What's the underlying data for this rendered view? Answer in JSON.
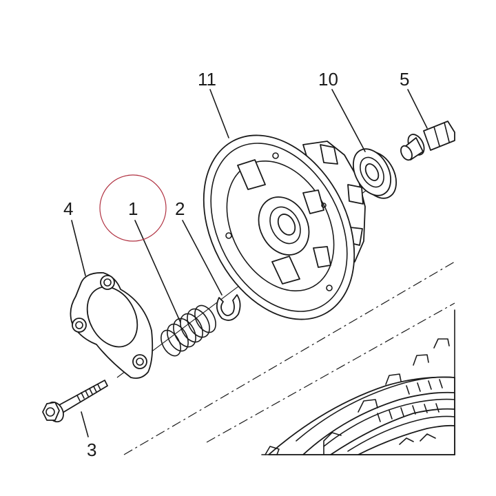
{
  "callouts": {
    "c1": "1",
    "c2": "2",
    "c3": "3",
    "c4": "4",
    "c5": "5",
    "c10": "10",
    "c11": "11"
  },
  "colors": {
    "line": "#1a1a1a",
    "highlight_circle": "#b03040",
    "background": "#ffffff"
  }
}
